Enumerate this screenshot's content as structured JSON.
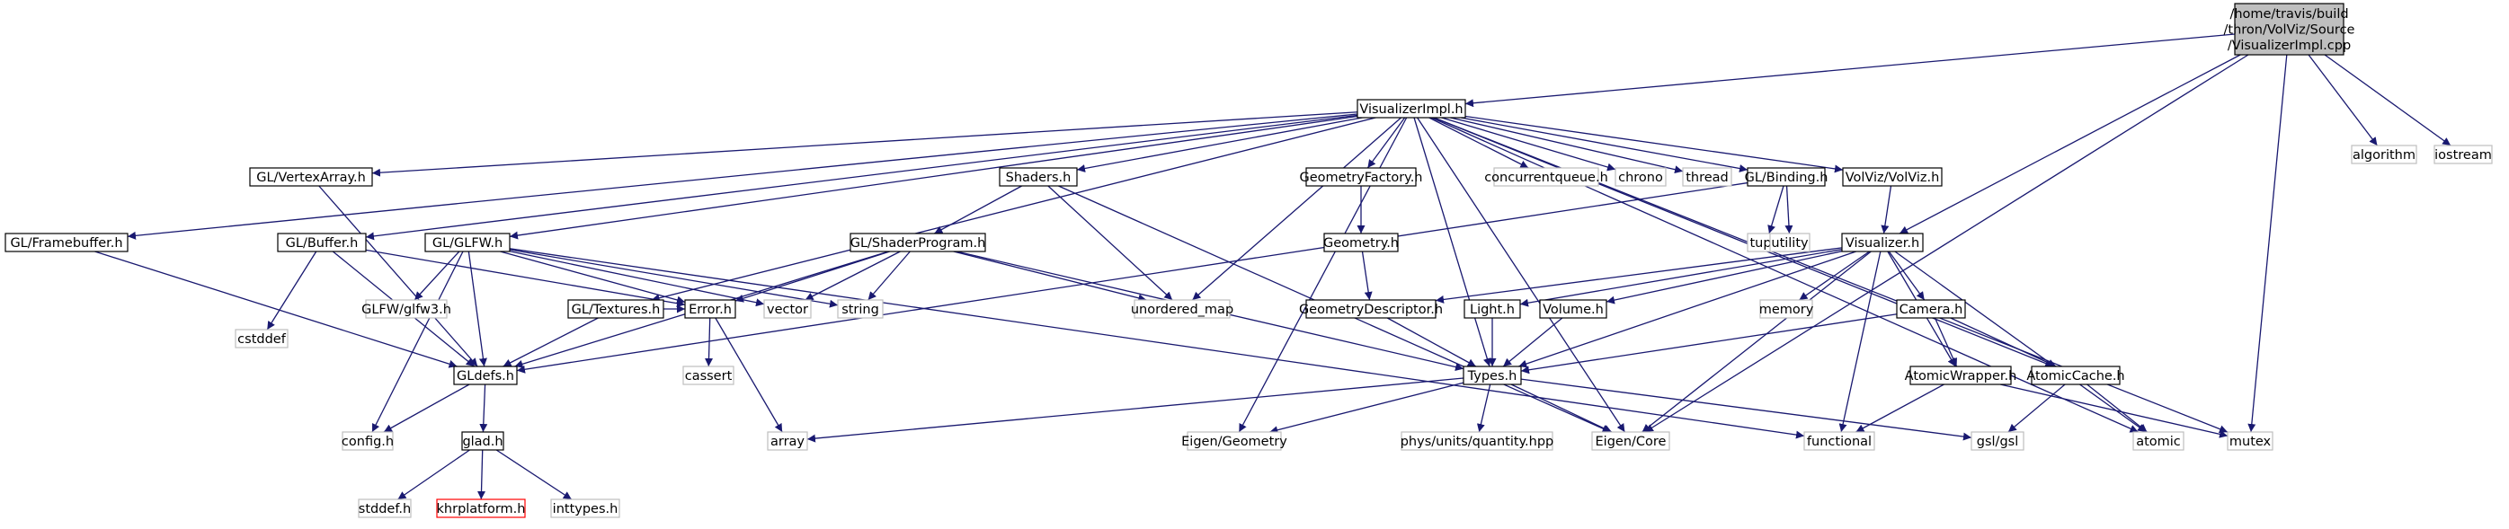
{
  "graph": {
    "root": [
      "/home/travis/build",
      "/thron/VolViz/Source",
      "/VisualizerImpl.cpp"
    ],
    "nodes": {
      "visualizerimpl_h": "VisualizerImpl.h",
      "algorithm": "algorithm",
      "iostream": "iostream",
      "gl_framebuffer_h": "GL/Framebuffer.h",
      "gl_vertexarray_h": "GL/VertexArray.h",
      "gl_buffer_h": "GL/Buffer.h",
      "gl_glfw_h": "GL/GLFW.h",
      "gl_textures_h": "GL/Textures.h",
      "shaders_h": "Shaders.h",
      "gl_shaderprogram_h": "GL/ShaderProgram.h",
      "geometryfactory_h": "GeometryFactory.h",
      "geometry_h": "Geometry.h",
      "geometrydescriptor_h": "GeometryDescriptor.h",
      "concurrentqueue_h": "concurrentqueue.h",
      "chrono": "chrono",
      "thread": "thread",
      "gl_binding_h": "GL/Binding.h",
      "tuple": "tuple",
      "utility": "utility",
      "volviz_h": "VolViz/VolViz.h",
      "visualizer_h": "Visualizer.h",
      "memory": "memory",
      "light_h": "Light.h",
      "volume_h": "Volume.h",
      "camera_h": "Camera.h",
      "atomicwrapper_h": "AtomicWrapper.h",
      "atomiccache_h": "AtomicCache.h",
      "error_h": "Error.h",
      "vector": "vector",
      "string": "string",
      "unordered_map": "unordered_map",
      "cstddef": "cstddef",
      "glfw3_h": "GLFW/glfw3.h",
      "gldefs_h": "GLdefs.h",
      "cassert": "cassert",
      "types_h": "Types.h",
      "config_h": "config.h",
      "glad_h": "glad.h",
      "stddef_h": "stddef.h",
      "khrplatform_h": "khrplatform.h",
      "inttypes_h": "inttypes.h",
      "array": "array",
      "eigen_geometry": "Eigen/Geometry",
      "quantity_hpp": "phys/units/quantity.hpp",
      "eigen_core": "Eigen/Core",
      "functional": "functional",
      "gsl_gsl": "gsl/gsl",
      "atomic": "atomic",
      "mutex": "mutex"
    }
  }
}
